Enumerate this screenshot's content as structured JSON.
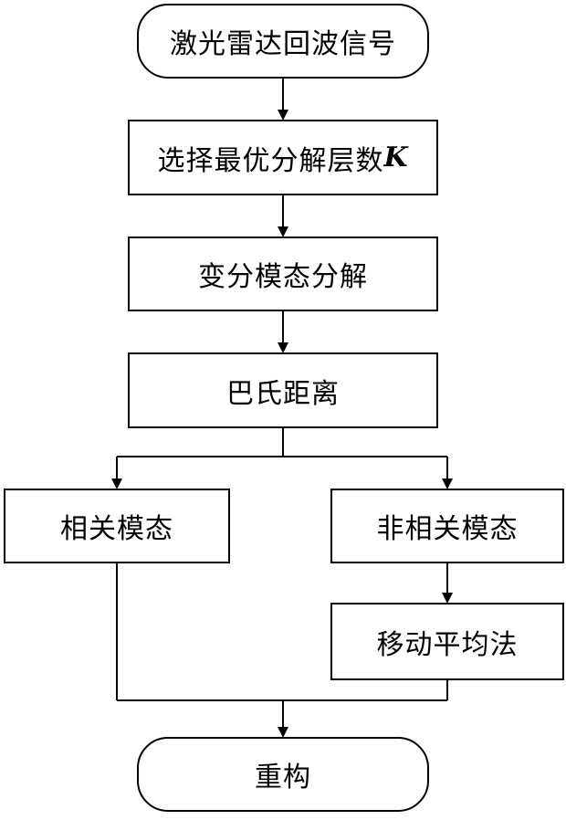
{
  "nodes": {
    "start": "激光雷达回波信号",
    "select_k": {
      "text": "选择最优分解层数",
      "var": "K"
    },
    "vmd": "变分模态分解",
    "bhattacharyya": "巴氏距离",
    "related": "相关模态",
    "unrelated": "非相关模态",
    "moving_avg": "移动平均法",
    "end": "重构"
  },
  "colors": {
    "stroke": "#000000",
    "fill": "#ffffff"
  }
}
